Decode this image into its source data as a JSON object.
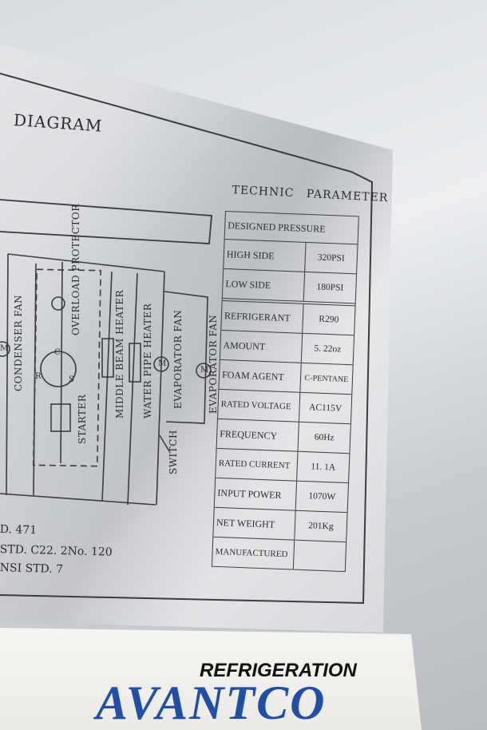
{
  "diagram_title": "DIAGRAM",
  "component_labels": [
    "CONDENSER FAN",
    "OVERLOAD PROTECTOR",
    "STARTER",
    "MIDDLE BEAM HEATER",
    "WATER PIPE HEATER",
    "EVAPORATOR FAN",
    "SWITCH",
    "EVAPORATOR FAN"
  ],
  "circuit_marks": {
    "c": "C",
    "r": "R",
    "s": "S",
    "motor": "M"
  },
  "standards": [
    "D. 471",
    "STD. C22. 2No. 120",
    "NSI STD. 7"
  ],
  "technic_parameter": {
    "title": "TECHNIC PARAMETER",
    "section": "DESIGNED PRESSURE",
    "rows": [
      {
        "label": "HIGH SIDE",
        "value": "320PSI"
      },
      {
        "label": "LOW SIDE",
        "value": "180PSI"
      },
      {
        "label": "REFRIGERANT",
        "value": "R290"
      },
      {
        "label": "AMOUNT",
        "value": "5. 22oz"
      },
      {
        "label": "FOAM AGENT",
        "value": "C-PENTANE"
      },
      {
        "label": "RATED VOLTAGE",
        "value": "AC115V"
      },
      {
        "label": "FREQUENCY",
        "value": "60Hz"
      },
      {
        "label": "RATED CURRENT",
        "value": "11. 1A"
      },
      {
        "label": "INPUT POWER",
        "value": "1070W"
      },
      {
        "label": "NET WEIGHT",
        "value": "201Kg"
      },
      {
        "label": "MANUFACTURED",
        "value": ""
      }
    ]
  },
  "brand_card": {
    "tagline": "REFRIGERATION",
    "brand": "AVANTCO",
    "brand_color": "#1f4fa8"
  }
}
